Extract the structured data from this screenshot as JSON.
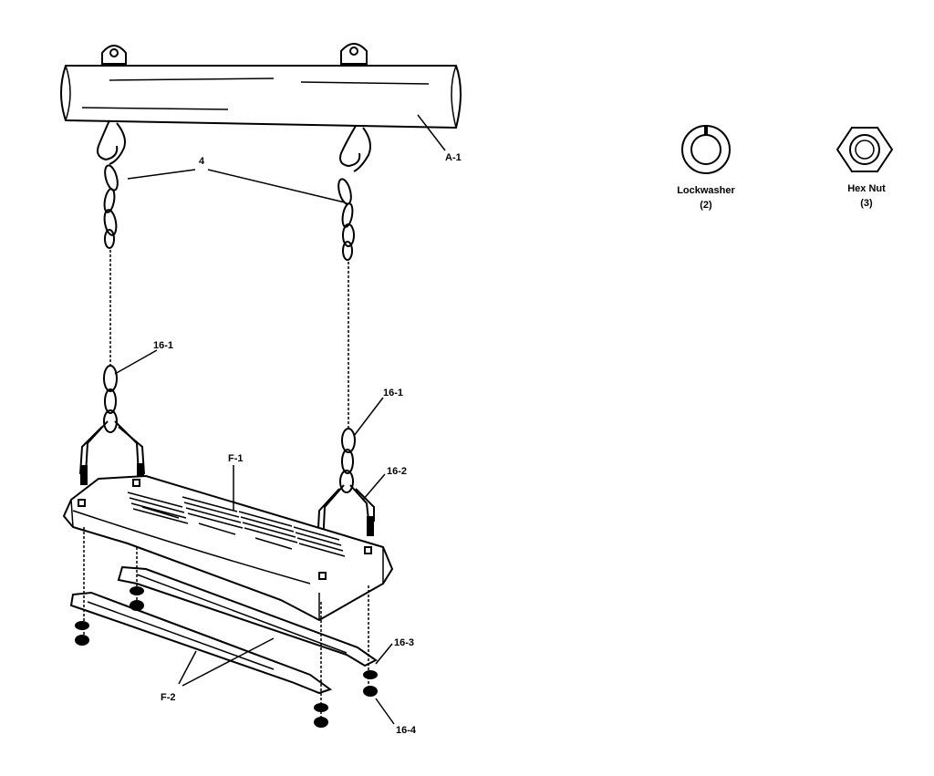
{
  "parts": {
    "top_bar": "A-1",
    "chain": "4",
    "chain_link_left": "16-1",
    "chain_link_right": "16-1",
    "hanger": "16-2",
    "seat": "F-1",
    "brace": "F-2",
    "washer_part": "16-3",
    "nut_part": "16-4"
  },
  "legend": {
    "lockwasher": {
      "name": "Lockwasher",
      "ref": "(2)"
    },
    "hex_nut": {
      "name": "Hex Nut",
      "ref": "(3)"
    }
  }
}
